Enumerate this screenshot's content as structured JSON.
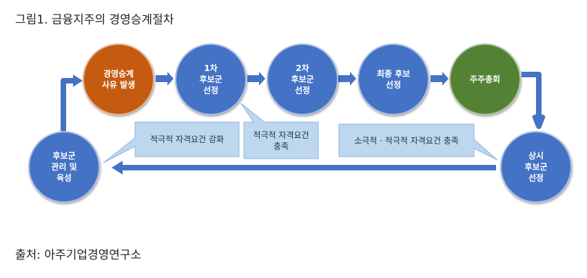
{
  "figure": {
    "title": "그림1.  금융지주의  경영승계절차",
    "source": "출처: 아주기업경영연구소"
  },
  "nodes": [
    {
      "id": "n1",
      "lines": [
        "경영승계",
        "사유 발생"
      ]
    },
    {
      "id": "n2",
      "lines": [
        "1차",
        "후보군",
        "선정"
      ]
    },
    {
      "id": "n3",
      "lines": [
        "2차",
        "후보군",
        "선정"
      ]
    },
    {
      "id": "n4",
      "lines": [
        "최종 후보",
        "선정"
      ]
    },
    {
      "id": "n5",
      "lines": [
        "주주총회"
      ]
    },
    {
      "id": "n6",
      "lines": [
        "상시",
        "후보군",
        "선정"
      ]
    },
    {
      "id": "n7",
      "lines": [
        "후보군",
        "관리 및",
        "육성"
      ]
    }
  ],
  "callouts": [
    {
      "id": "c1",
      "lines": [
        "적극적 자격요건 강화"
      ]
    },
    {
      "id": "c2",
      "lines": [
        "적극적 자격요건",
        "충족"
      ]
    },
    {
      "id": "c3",
      "lines": [
        "소극적 · 적극적 자격요건 충족"
      ]
    }
  ],
  "colors": {
    "node_blue": "#4472c4",
    "node_orange": "#c55a11",
    "node_green": "#548235",
    "callout_fill": "#bdd7ee",
    "arrow": "#4472c4"
  }
}
